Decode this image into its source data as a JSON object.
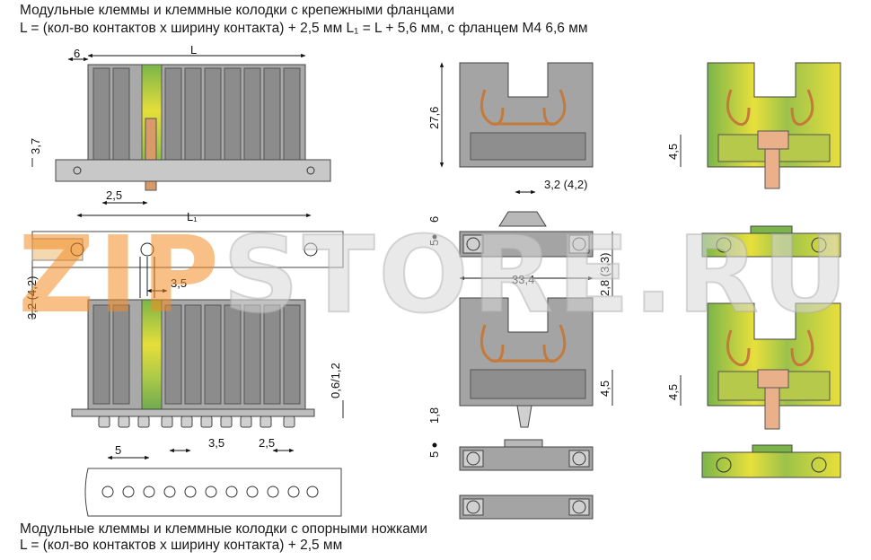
{
  "captions": {
    "top_line1": "Модульные клеммы и клеммные колодки с крепежными фланцами",
    "top_line2": "L = (кол-во контактов x ширину контакта) + 2,5 мм    L₁ = L + 5,6 мм, с фланцем M4 6,6 мм",
    "bottom_line1": "Модульные клеммы и клеммные колодки с опорными ножками",
    "bottom_line2": "L = (кол-во контактов x ширину контакта) + 2,5 мм"
  },
  "dimensions": {
    "d_6_top": "6",
    "d_L": "L",
    "d_3_7": "3,7",
    "d_2_5_a": "2,5",
    "d_L1": "L₁",
    "d_3_2_4_2_left": "3,2 (4,2)",
    "d_3_5_a": "3,5",
    "d_0_6_1_2": "0,6/1,2",
    "d_5_bottom": "5",
    "d_3_5_b": "3,5",
    "d_2_5_b": "2,5",
    "d_27_6": "27,6",
    "d_3_2_4_2_mid": "3,2 (4,2)",
    "d_6_mid": "6",
    "d_5_mid_a": "5",
    "d_33_4": "33,4",
    "d_2_8_3_3": "2,8 (3,3)",
    "d_4_5_mid": "4,5",
    "d_1_8": "1,8",
    "d_5_mid_b": "5",
    "d_4_5_right_a": "4,5",
    "d_4_5_right_b": "4,5"
  },
  "watermark": {
    "part1": "ZIP",
    "part2": "STORE.RU"
  },
  "colors": {
    "terminal_gray": "#a4a4a4",
    "terminal_dark": "#6e6e6e",
    "ground_yellow": "#e6de3a",
    "ground_green": "#6aa84f",
    "copper": "#e0a070",
    "watermark_orange": "#f38c23"
  }
}
